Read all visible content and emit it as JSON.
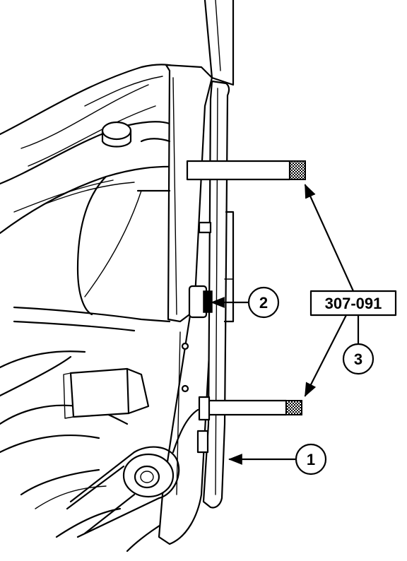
{
  "diagram": {
    "tool_label": "307-091",
    "callouts": [
      {
        "id": "1",
        "label": "1"
      },
      {
        "id": "2",
        "label": "2"
      },
      {
        "id": "3",
        "label": "3"
      }
    ]
  }
}
